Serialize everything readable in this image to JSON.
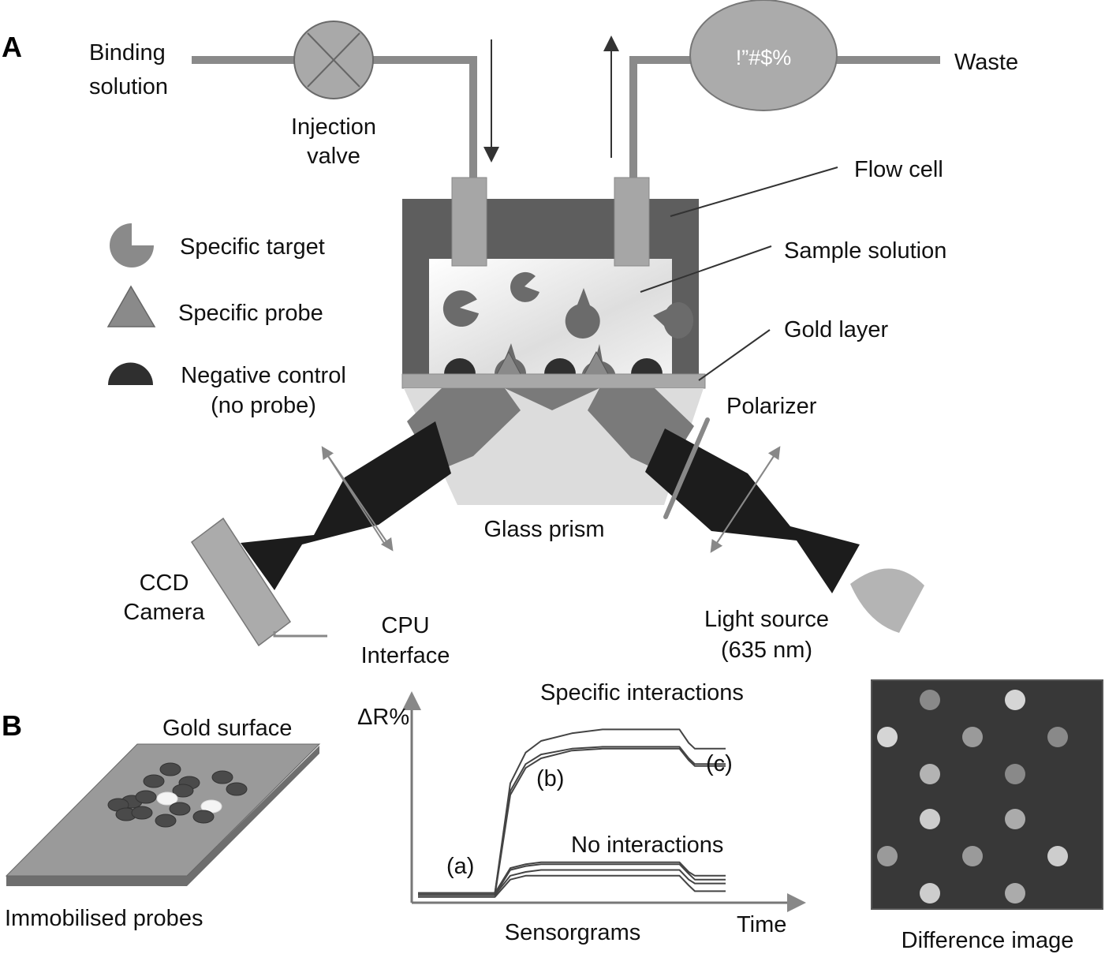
{
  "panel_a": {
    "panel_label": "A",
    "labels": {
      "binding_solution": [
        "Binding",
        "solution"
      ],
      "injection_valve": [
        "Injection",
        "valve"
      ],
      "pump_symbol_text": "!”#$%",
      "waste": "Waste",
      "flow_cell": "Flow cell",
      "sample_solution": "Sample solution",
      "gold_layer": "Gold layer",
      "polarizer": "Polarizer",
      "glass_prism": "Glass prism",
      "ccd_camera": [
        "CCD",
        "Camera"
      ],
      "cpu_interface": [
        "CPU",
        "Interface"
      ],
      "light_source": [
        "Light source",
        "(635 nm)"
      ]
    },
    "legend": [
      {
        "icon": "pacman-target-icon",
        "label": "Specific target"
      },
      {
        "icon": "triangle-probe-icon",
        "label": "Specific probe"
      },
      {
        "icon": "dome-control-icon",
        "label": [
          "Negative control",
          "(no probe)"
        ]
      }
    ],
    "colors": {
      "tube": "#8a8a8a",
      "flow_cell": "#5e5e5e",
      "port": "#a6a6a6",
      "gold": "#a8a8a8",
      "prism": "#dcdcdc",
      "beam_inner": "#7a7a7a",
      "beam_outer": "#1c1c1c",
      "target": "#6b6b6b",
      "control": "#2f2f2f"
    }
  },
  "panel_b": {
    "panel_label": "B",
    "gold_surface_label": "Gold surface",
    "immobilised_probes_label": "Immobilised probes",
    "sensorgram": {
      "ylabel": "ΔR%",
      "xlabel": "Time",
      "caption": "Sensorgrams",
      "annotations": {
        "specific": "Specific interactions",
        "none": "No interactions",
        "a": "(a)",
        "b": "(b)",
        "c": "(c)"
      }
    },
    "difference_image_label": "Difference image"
  },
  "chart_data": {
    "type": "line",
    "title": "Sensorgrams",
    "xlabel": "Time",
    "ylabel": "ΔR%",
    "x": [
      0,
      0.25,
      0.3,
      0.35,
      0.4,
      0.5,
      0.6,
      0.7,
      0.8,
      0.85,
      0.88,
      0.9,
      1.0
    ],
    "series": [
      {
        "name": "Specific interactions 1",
        "values": [
          0.05,
          0.05,
          0.62,
          0.78,
          0.84,
          0.88,
          0.9,
          0.9,
          0.9,
          0.9,
          0.83,
          0.8,
          0.8
        ]
      },
      {
        "name": "Specific interactions 2",
        "values": [
          0.05,
          0.05,
          0.58,
          0.72,
          0.77,
          0.8,
          0.81,
          0.81,
          0.81,
          0.81,
          0.75,
          0.72,
          0.72
        ]
      },
      {
        "name": "Specific interactions 3",
        "values": [
          0.04,
          0.04,
          0.56,
          0.7,
          0.75,
          0.79,
          0.8,
          0.8,
          0.8,
          0.8,
          0.74,
          0.71,
          0.71
        ]
      },
      {
        "name": "No interactions 1",
        "values": [
          0.05,
          0.05,
          0.18,
          0.2,
          0.21,
          0.21,
          0.21,
          0.21,
          0.21,
          0.21,
          0.16,
          0.14,
          0.14
        ]
      },
      {
        "name": "No interactions 2",
        "values": [
          0.04,
          0.04,
          0.17,
          0.19,
          0.2,
          0.2,
          0.2,
          0.2,
          0.2,
          0.2,
          0.15,
          0.12,
          0.12
        ]
      },
      {
        "name": "No interactions 3",
        "values": [
          0.04,
          0.04,
          0.14,
          0.16,
          0.17,
          0.17,
          0.17,
          0.17,
          0.17,
          0.17,
          0.12,
          0.1,
          0.1
        ]
      },
      {
        "name": "No interactions 4",
        "values": [
          0.03,
          0.03,
          0.12,
          0.14,
          0.14,
          0.14,
          0.14,
          0.14,
          0.14,
          0.14,
          0.09,
          0.06,
          0.06
        ]
      }
    ],
    "ylim": [
      0,
      1
    ],
    "xlim": [
      0,
      1
    ],
    "grid": false
  },
  "difference_image": {
    "spots": [
      {
        "col": 1,
        "row": 0,
        "intensity": 0.45
      },
      {
        "col": 3,
        "row": 0,
        "intensity": 0.9
      },
      {
        "col": 0,
        "row": 1,
        "intensity": 0.9
      },
      {
        "col": 2,
        "row": 1,
        "intensity": 0.55
      },
      {
        "col": 4,
        "row": 1,
        "intensity": 0.45
      },
      {
        "col": 1,
        "row": 2,
        "intensity": 0.7
      },
      {
        "col": 3,
        "row": 2,
        "intensity": 0.45
      },
      {
        "col": 1,
        "row": 3,
        "intensity": 0.85
      },
      {
        "col": 3,
        "row": 3,
        "intensity": 0.65
      },
      {
        "col": 0,
        "row": 4,
        "intensity": 0.55
      },
      {
        "col": 2,
        "row": 4,
        "intensity": 0.55
      },
      {
        "col": 4,
        "row": 4,
        "intensity": 0.85
      },
      {
        "col": 1,
        "row": 5,
        "intensity": 0.85
      },
      {
        "col": 3,
        "row": 5,
        "intensity": 0.65
      }
    ]
  }
}
